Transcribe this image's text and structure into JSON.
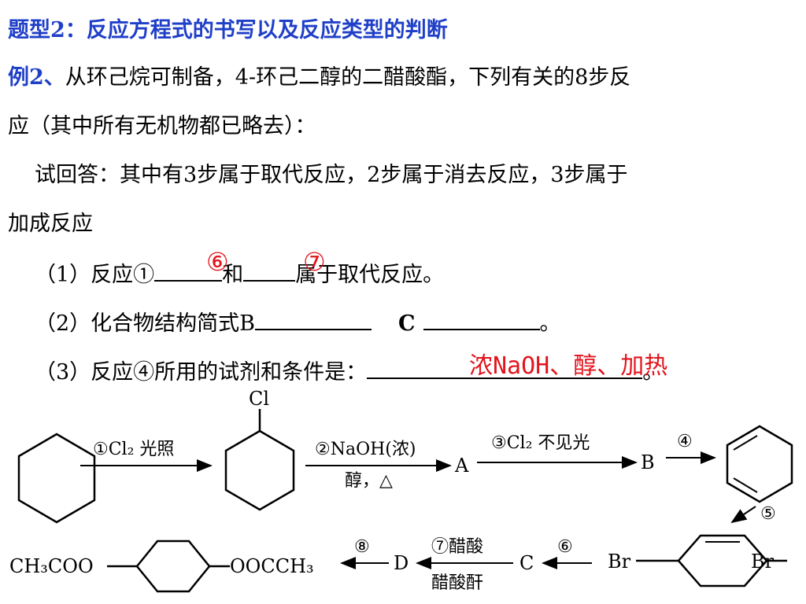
{
  "title": "题型2：反应方程式的书写以及反应类型的判断",
  "example": {
    "label": "例2、",
    "text1": "从环己烷可制备，4-环己二醇的二醋酸酯，下列有关的8步反",
    "text2": "应（其中所有无机物都已略去）："
  },
  "hint1": "试回答：其中有3步属于取代反应，2步属于消去反应，3步属于",
  "hint2": "加成反应",
  "q1": {
    "prefix": "（1）反应①",
    "mid": "和",
    "suffix": "属于取代反应。",
    "ans1": "⑥",
    "ans2": "⑦"
  },
  "q2": {
    "prefix": "（2）化合物结构简式B",
    "mid": "C",
    "suffix": "。"
  },
  "q3": {
    "prefix": "（3）反应④所用的试剂和条件是：",
    "suffix": "。",
    "answer": "浓NaOH、醇、加热"
  },
  "scheme": {
    "cl_label": "Cl",
    "step1": "①Cl₂ 光照",
    "step2_top": "②NaOH(浓)",
    "step2_bottom": "醇，△",
    "a_label": "A",
    "step3": "③Cl₂ 不见光",
    "b_label": "B",
    "step4": "④",
    "step5": "⑤",
    "br_left": "Br",
    "br_right": "Br",
    "step6": "⑥",
    "c_label": "C",
    "step7_top": "⑦醋酸",
    "step7_bottom": "醋酸酐",
    "d_label": "D",
    "step8": "⑧",
    "ester_left": "CH₃COO",
    "ester_right": "OOCCH₃"
  }
}
